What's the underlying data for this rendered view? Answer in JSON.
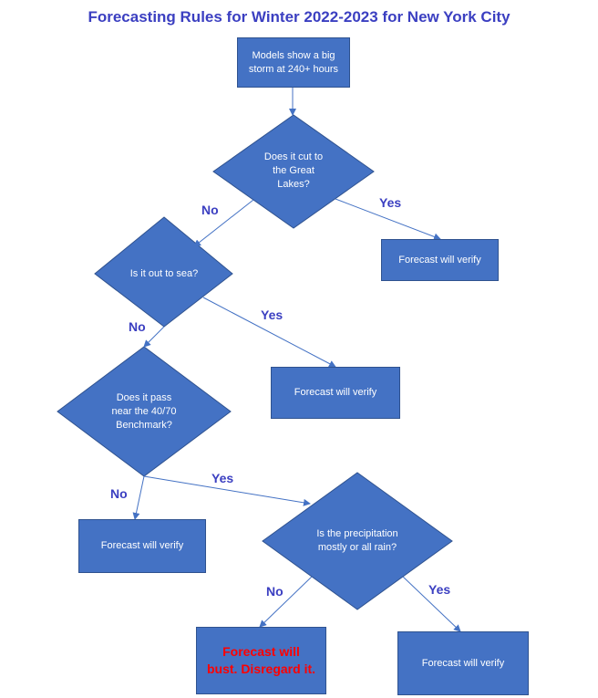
{
  "title": "Forecasting Rules for Winter 2022-2023 for New York City",
  "nodes": {
    "start": "Models show a big storm at 240+ hours",
    "q1": "Does it cut to the Great Lakes?",
    "q2": "Is it out to sea?",
    "q3": "Does it pass near the 40/70 Benchmark?",
    "q4": "Is the precipitation mostly or all rain?",
    "v1": "Forecast will verify",
    "v2": "Forecast will verify",
    "v3": "Forecast will verify",
    "v4": "Forecast will verify",
    "bust": "Forecast will bust. Disregard it."
  },
  "labels": {
    "q1_no": "No",
    "q1_yes": "Yes",
    "q2_no": "No",
    "q2_yes": "Yes",
    "q3_no": "No",
    "q3_yes": "Yes",
    "q4_no": "No",
    "q4_yes": "Yes"
  },
  "colors": {
    "shape_fill": "#4472c4",
    "shape_border": "#2f528f",
    "title_text": "#3b3fc1",
    "bust_text": "#ff0000"
  }
}
